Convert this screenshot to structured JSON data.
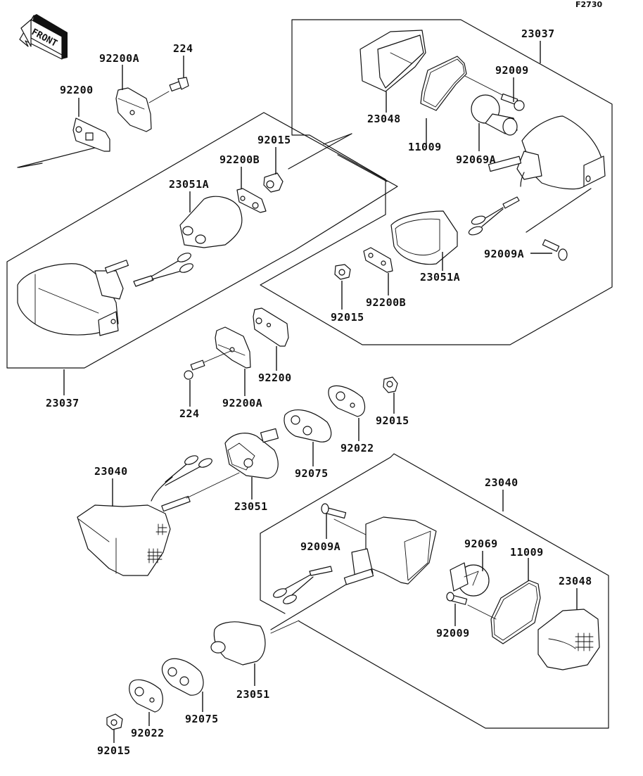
{
  "diagram": {
    "figure_code": "F2730",
    "front_indicator": "FRONT",
    "callouts": {
      "c224_top": "224",
      "c92200A_top": "92200A",
      "c92200_top": "92200",
      "c23037_right": "23037",
      "c92009_right": "92009",
      "c23048_top": "23048",
      "c11009_top": "11009",
      "c92069A": "92069A",
      "c92015_mid": "92015",
      "c92200B_mid": "92200B",
      "c23051A_left": "23051A",
      "c92009A_right": "92009A",
      "c23051A_right": "23051A",
      "c92200B_right": "92200B",
      "c92015_right": "92015",
      "c23037_left": "23037",
      "c224_mid": "224",
      "c92200A_mid": "92200A",
      "c92200_mid": "92200",
      "c92015_lowmid": "92015",
      "c92022_mid": "92022",
      "c92075_mid": "92075",
      "c23040_left": "23040",
      "c23051_mid": "23051",
      "c23040_right": "23040",
      "c92009A_lower": "92009A",
      "c92069": "92069",
      "c11009_lower": "11009",
      "c23048_lower": "23048",
      "c92009_lower": "92009",
      "c23051_low": "23051",
      "c92075_low": "92075",
      "c92022_low": "92022",
      "c92015_low": "92015"
    }
  }
}
